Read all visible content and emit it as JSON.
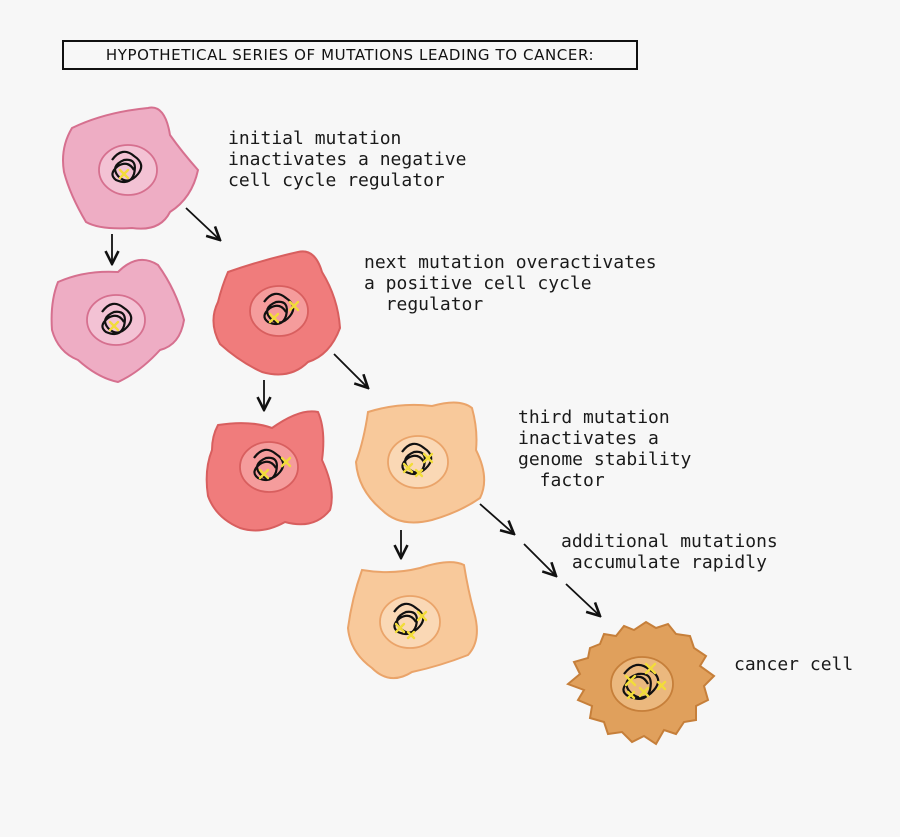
{
  "title": "HYPOTHETICAL SERIES OF MUTATIONS LEADING TO CANCER:",
  "notes": {
    "initial": "initial mutation\ninactivates a negative\ncell cycle regulator",
    "next": "next mutation overactivates\na positive cell cycle\n  regulator",
    "third": "third mutation\ninactivates a\ngenome stability\n  factor",
    "additional": "additional mutations\n accumulate rapidly",
    "cancer": "cancer cell"
  },
  "colors": {
    "stage1_fill": "#eeadc4",
    "stage1_edge": "#d6708f",
    "stage2_fill": "#f07c7c",
    "stage2_edge": "#d85f5f",
    "stage3_fill": "#f8c99b",
    "stage3_edge": "#eaa46a",
    "stage4_fill": "#e0a05c",
    "stage4_edge": "#c67f3a",
    "mutation_mark": "#f2dc3a"
  }
}
